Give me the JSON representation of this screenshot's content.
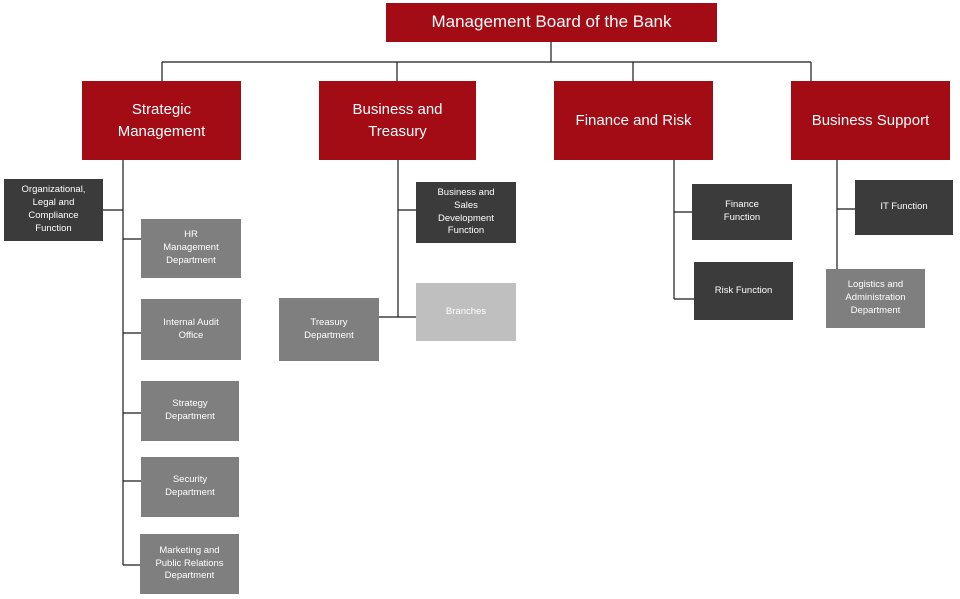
{
  "colors": {
    "board": "#a30b15",
    "function": "#3b3b3b",
    "department": "#7f7f7f",
    "branch": "#bfbfbf",
    "connector": "#1a1a1a"
  },
  "board": "Management Board of the Bank",
  "divisions": {
    "strategic": "Strategic\nManagement",
    "business": "Business and\nTreasury",
    "finance": "Finance and Risk",
    "support": "Business Support"
  },
  "units": {
    "olc": "Organizational,\nLegal and\nCompliance\nFunction",
    "hr": "HR\nManagement\nDepartment",
    "audit": "Internal Audit\nOffice",
    "strategy": "Strategy\nDepartment",
    "security": "Security\nDepartment",
    "marketing": "Marketing and\nPublic Relations\nDepartment",
    "bsd": "Business and\nSales\nDevelopment\nFunction",
    "branches": "Branches",
    "treasury": "Treasury\nDepartment",
    "finance_fn": "Finance\nFunction",
    "risk_fn": "Risk Function",
    "it_fn": "IT Function",
    "logistics": "Logistics and\nAdministration\nDepartment"
  }
}
